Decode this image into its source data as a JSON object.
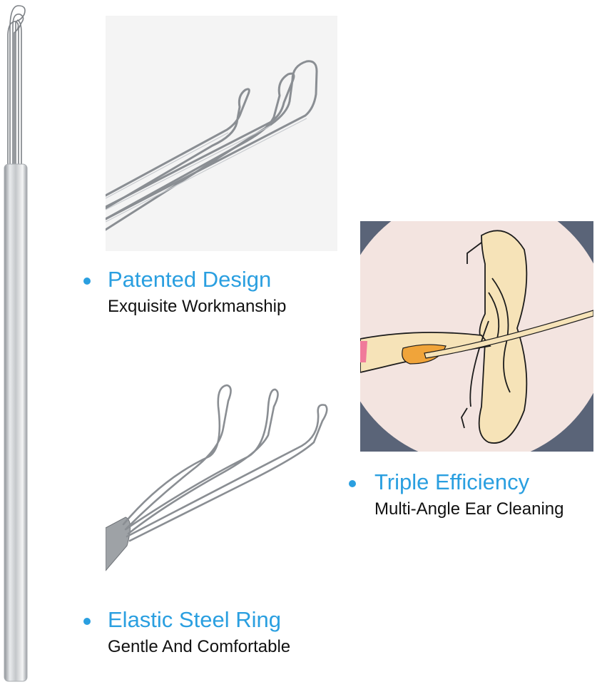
{
  "colors": {
    "accent": "#2a9fe0",
    "text": "#111111",
    "steel": "#b9bcbf",
    "ear_skin": "#f6e3b8",
    "ear_bg_dark": "#5a6478",
    "ear_bg_light": "#f3e4e0",
    "wax": "#f0a43a"
  },
  "features": [
    {
      "title": "Patented Design",
      "subtitle": "Exquisite Workmanship",
      "icon": "bullet-dot"
    },
    {
      "title": "Triple Efficiency",
      "subtitle": "Multi-Angle Ear Cleaning",
      "icon": "bullet-dot"
    },
    {
      "title": "Elastic Steel Ring",
      "subtitle": "Gentle And Comfortable",
      "icon": "bullet-dot"
    }
  ],
  "images": [
    {
      "name": "full-tool",
      "depicts": "ear-cleaner-tool-with-steel-handle"
    },
    {
      "name": "loop-closeup-top",
      "depicts": "steel-wire-loops-closeup"
    },
    {
      "name": "ear-diagram",
      "depicts": "ear-canal-cleaning-illustration"
    },
    {
      "name": "loop-closeup-fan",
      "depicts": "spread-steel-wire-loops"
    }
  ]
}
